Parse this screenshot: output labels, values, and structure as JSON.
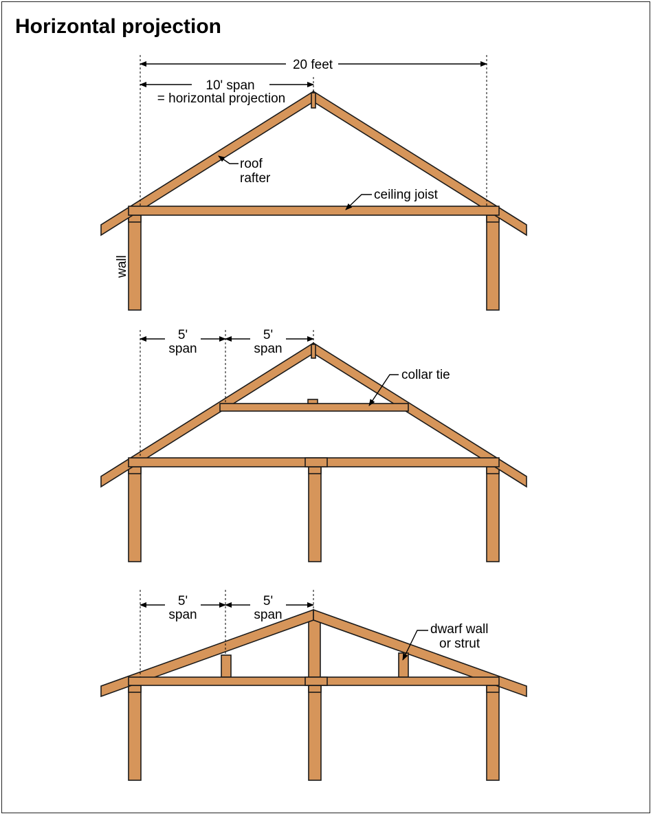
{
  "title": "Horizontal projection",
  "wood_color": "#d6955a",
  "line_color": "#1a1a1a",
  "diagram1": {
    "total_dim": "20 feet",
    "half_dim_line1": "10' span",
    "half_dim_line2": "= horizontal projection",
    "rafter_line1": "roof",
    "rafter_line2": "rafter",
    "joist_label": "ceiling joist",
    "wall_label": "wall"
  },
  "diagram2": {
    "span1_line1": "5'",
    "span1_line2": "span",
    "span2_line1": "5'",
    "span2_line2": "span",
    "collar_label": "collar tie"
  },
  "diagram3": {
    "span1_line1": "5'",
    "span1_line2": "span",
    "span2_line1": "5'",
    "span2_line2": "span",
    "strut_line1": "dwarf wall",
    "strut_line2": "or strut"
  }
}
